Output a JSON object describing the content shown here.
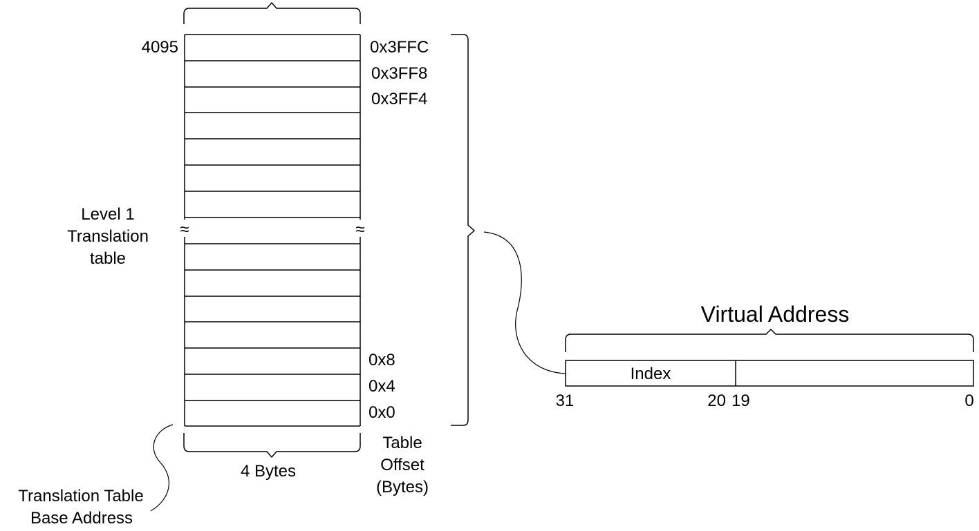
{
  "table": {
    "top_index_label": "4095",
    "offset_labels": [
      "0x3FFC",
      "0x3FF8",
      "0x3FF4",
      "0x8",
      "0x4",
      "0x0"
    ],
    "name_lines": [
      "Level 1",
      "Translation",
      "table"
    ],
    "width_label": "4 Bytes",
    "offset_title_lines": [
      "Table",
      "Offset",
      "(Bytes)"
    ],
    "base_lines": [
      "Translation Table",
      "Base Address"
    ],
    "break_symbol": "≈"
  },
  "virtual_address": {
    "title": "Virtual Address",
    "field_label": "Index",
    "bit_labels": [
      "31",
      "20",
      "19",
      "0"
    ]
  }
}
